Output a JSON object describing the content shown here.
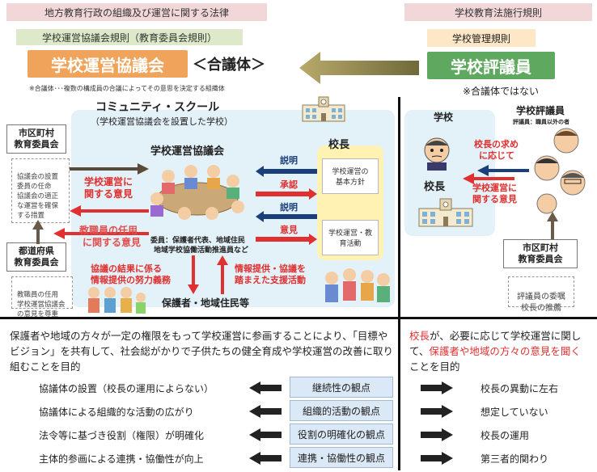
{
  "left_header": {
    "law_label": "地方教育行政の組織及び運営に関する法律",
    "rule_label": "学校運営協議会規則（教育委員会規則）",
    "council_name": "学校運営協議会",
    "collegial_tag": "＜合議体＞",
    "collegial_note": "※合議体･･･複数の構成員の合議によってその意思を決定する組織体"
  },
  "right_header": {
    "law_label": "学校教育法施行規則",
    "rule_label": "学校管理規則",
    "evaluator_name": "学校評議員",
    "not_collegial_note": "※合議体ではない"
  },
  "community_school": {
    "title": "コミュニティ・スクール",
    "subtitle": "（学校運営協議会を設置した学校）",
    "council_label": "学校運営協議会",
    "principal_label": "校長",
    "members_label": "委員：保護者代表、地域住民",
    "members_label2": "地域学校協働活動推進員など",
    "basic_policy": "学校運営の基本方針",
    "education_activity": "学校運営・教育活動",
    "arrow_setsumei_1": "説明",
    "arrow_shonin": "承認",
    "arrow_setsumei_2": "説明",
    "arrow_iken": "意見",
    "opinion_school_ops_1": "学校運営に",
    "opinion_school_ops_2": "関する意見",
    "opinion_staff_1": "教職員の任用",
    "opinion_staff_2": "に関する意見",
    "effort_label_1": "協議の結果に係る",
    "effort_label_2": "情報提供の努力義務",
    "support_label_1": "情報提供・協議を",
    "support_label_2": "踏まえた支援活動",
    "guardians_label": "保護者・地域住民等"
  },
  "municipal_board": {
    "title_1": "市区町村",
    "title_2": "教育委員会",
    "duties": "協議会の設置\n委員の任命\n協議会の適正な運営を確保する措置"
  },
  "prefectural_board": {
    "title_1": "都道府県",
    "title_2": "教育委員会",
    "duties": "教職員の任用\n学校運営協議会の意見を尊重"
  },
  "right_panel": {
    "school_label": "学校",
    "principal_label": "校長",
    "evaluator_label": "学校評議員",
    "evaluator_note": "評議員：職員以外の者",
    "request_1": "校長の求め",
    "request_2": "に応じて",
    "opinion_1": "学校運営に",
    "opinion_2": "関する意見",
    "board_title_1": "市区町村",
    "board_title_2": "教育委員会",
    "board_duties": "評議員の委嘱\n校長の推薦"
  },
  "description": {
    "left_text": "保護者や地域の方々が一定の権限をもって学校運営に参画することにより、「目標やビジョン」を共有して、社会総がかりで子供たちの健全育成や学校運営の改善に取り組むことを目的",
    "right_prefix": "校長",
    "right_mid": "が、必要に応じて学校運営に関して、",
    "right_highlight": "保護者や地域の方々の意見を聞く",
    "right_suffix": "ことを目的"
  },
  "comparison_rows": [
    {
      "left": "協議体の設置（校長の運用によらない）",
      "viewpoint": "継続性の観点",
      "right": "校長の異動に左右"
    },
    {
      "left": "協議体による組織的な活動の広がり",
      "viewpoint": "組織的活動の観点",
      "right": "想定していない"
    },
    {
      "left": "法令等に基づき役割（権限）が明確化",
      "viewpoint": "役割の明確化の観点",
      "right": "校長の運用"
    },
    {
      "left": "主体的参画による連携・協働性が向上",
      "viewpoint": "連携・協働性の観点",
      "right": "第三者的関わり"
    }
  ],
  "colors": {
    "orange": "#f0a35a",
    "green": "#5fa85f",
    "red": "#e03030",
    "navy": "#1b3f7a",
    "light_blue_panel": "#e3f1f8",
    "yellow_panel": "#fff2b3"
  }
}
